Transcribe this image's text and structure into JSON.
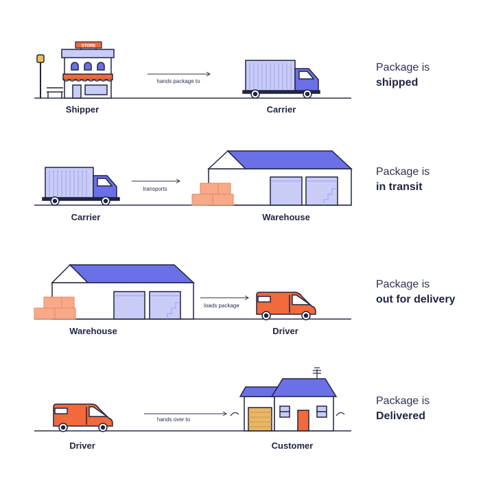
{
  "stages": [
    {
      "from_label": "Shipper",
      "to_label": "Carrier",
      "action": "hands package to",
      "status_line1": "Package is",
      "status_line2": "shipped",
      "store_sign": "STORE"
    },
    {
      "from_label": "Carrier",
      "to_label": "Warehouse",
      "action": "transports",
      "status_line1": "Package is",
      "status_line2": "in transit"
    },
    {
      "from_label": "Warehouse",
      "to_label": "Driver",
      "action": "loads package",
      "status_line1": "Package is",
      "status_line2": "out for delivery"
    },
    {
      "from_label": "Driver",
      "to_label": "Customer",
      "action": "hands over to",
      "status_line1": "Package is",
      "status_line2": "Delivered"
    }
  ],
  "colors": {
    "ink": "#1f2440",
    "blue": "#6b70e6",
    "blue_light": "#c9ccf7",
    "orange": "#f06a3c",
    "orange_light": "#f7a988",
    "ground": "#2a2f4a",
    "roof_tan": "#e8b766"
  }
}
